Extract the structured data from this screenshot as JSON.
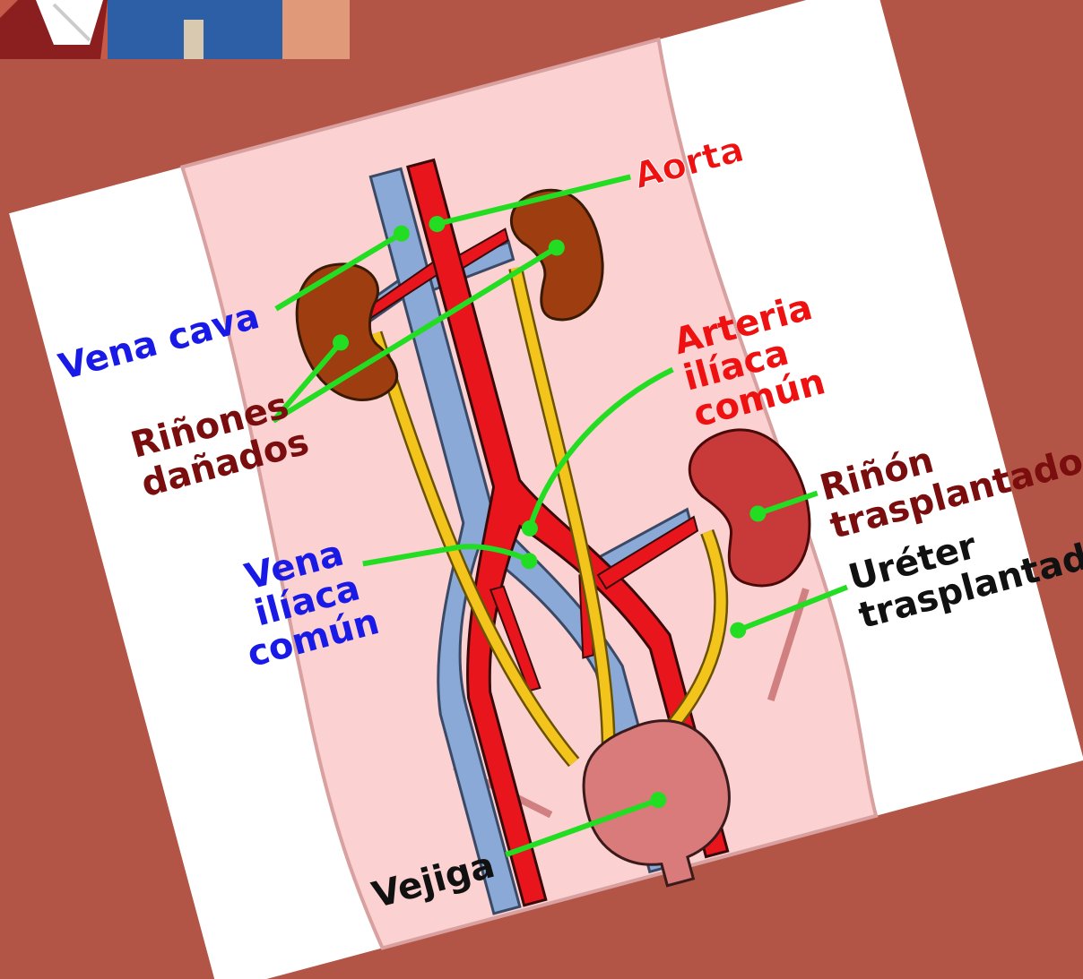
{
  "labels": {
    "aorta": "Aorta",
    "vena_cava": "Vena cava",
    "damaged_kidneys": [
      "Riñones",
      "dañados"
    ],
    "common_iliac_artery": [
      "Arteria",
      "ilíaca",
      "común"
    ],
    "common_iliac_vein": [
      "Vena",
      "ilíaca",
      "común"
    ],
    "transplanted_kidney": [
      "Riñón",
      "trasplantado"
    ],
    "transplanted_ureter": [
      "Uréter",
      "trasplantado"
    ],
    "bladder": "Vejiga"
  },
  "colors": {
    "background": "#b35546",
    "artery": "#e8161c",
    "vein": "#8aa9d6",
    "ureter": "#f2c41c",
    "kidney_damaged": "#9e3d10",
    "kidney_transplanted": "#c83a3a",
    "bladder": "#d97b7b",
    "body": "#fbd1d1",
    "leader_line": "#22dd22",
    "label_blue": "#1a1ae6",
    "label_red": "#ee1111",
    "label_dark_red": "#7a0d0d",
    "label_black": "#111111"
  }
}
